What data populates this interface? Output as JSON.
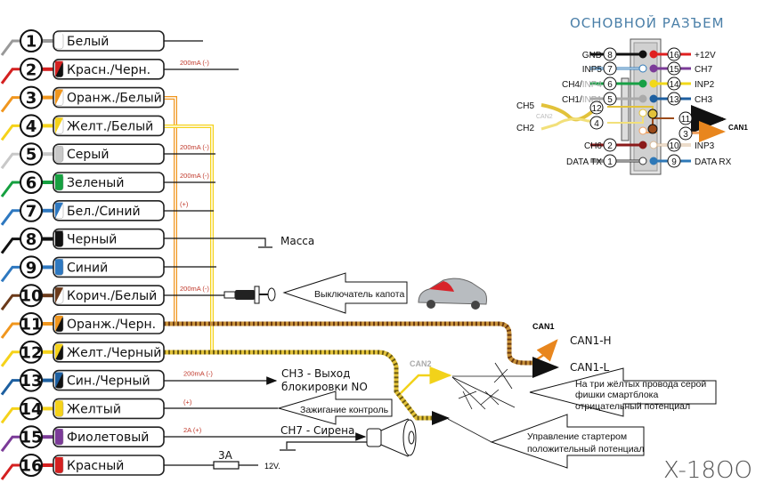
{
  "colors": {
    "title": "#4a7fa8",
    "annotation": "#c0392b",
    "twist_orange": "#c8923a",
    "twist_yellow": "#e2c23a"
  },
  "connector": {
    "title": "ОСНОВНОЙ РАЗЪЕМ",
    "left_pins": [
      {
        "num": "8",
        "label": "GND",
        "label2": "",
        "color": "#111111"
      },
      {
        "num": "7",
        "label": "INP5",
        "label2": "",
        "color": "#2e78b7",
        "hollow": true
      },
      {
        "num": "6",
        "label": "CH4/",
        "label2": "INP4",
        "color": "#17a045"
      },
      {
        "num": "5",
        "label": "CH1/",
        "label2": "INP1",
        "color": "#aaaaaa"
      },
      {
        "num": "2",
        "label": "CH6",
        "label2": "",
        "color": "#8b1a1a"
      },
      {
        "num": "1",
        "label": "DATA TX",
        "label2": "",
        "color": "#ffffff",
        "hollow": true
      }
    ],
    "right_pins": [
      {
        "num": "16",
        "label": "+12V",
        "color": "#e02020"
      },
      {
        "num": "15",
        "label": "CH7",
        "color": "#7b3b98"
      },
      {
        "num": "14",
        "label": "INP2",
        "color": "#f2d81a"
      },
      {
        "num": "13",
        "label": "CH3",
        "color": "#1d5fa0"
      },
      {
        "num": "10",
        "label": "INP3",
        "color": "#d8b894",
        "hollow": true
      },
      {
        "num": "9",
        "label": "DATA RX",
        "color": "#2e78b7"
      }
    ],
    "twisted_pins": [
      {
        "num": "12",
        "color": "#e2c23a"
      },
      {
        "num": "4",
        "color": "#f2e07a"
      },
      {
        "num": "11",
        "color": "#9b4a1a"
      },
      {
        "num": "3",
        "color": "#f0a060"
      }
    ],
    "ch5": "CH5",
    "ch2": "CH2",
    "can2": "CAN2",
    "can1": "CAN1"
  },
  "wires": [
    {
      "num": "1",
      "label": "Белый",
      "c1": "#ffffff",
      "c2": "#ffffff",
      "ann": ""
    },
    {
      "num": "2",
      "label": "Красн./Черн.",
      "c1": "#d42020",
      "c2": "#111111",
      "ann": "200mA (-)"
    },
    {
      "num": "3",
      "label": "Оранж./Белый",
      "c1": "#f0961e",
      "c2": "#ffffff",
      "ann": ""
    },
    {
      "num": "4",
      "label": "Желт./Белый",
      "c1": "#f5d21a",
      "c2": "#ffffff",
      "ann": ""
    },
    {
      "num": "5",
      "label": "Серый",
      "c1": "#c8c8c8",
      "c2": "#c8c8c8",
      "ann": "200mA (-)"
    },
    {
      "num": "6",
      "label": "Зеленый",
      "c1": "#16a040",
      "c2": "#16a040",
      "ann": "200mA (-)"
    },
    {
      "num": "7",
      "label": "Бел./Синий",
      "c1": "#2e78c0",
      "c2": "#ffffff",
      "ann": "(+)"
    },
    {
      "num": "8",
      "label": "Черный",
      "c1": "#111111",
      "c2": "#111111",
      "ann": ""
    },
    {
      "num": "9",
      "label": "Синий",
      "c1": "#2e78c0",
      "c2": "#2e78c0",
      "ann": ""
    },
    {
      "num": "10",
      "label": "Корич./Белый",
      "c1": "#6b3a1a",
      "c2": "#ffffff",
      "ann": "200mA (-)"
    },
    {
      "num": "11",
      "label": "Оранж./Черн.",
      "c1": "#f0961e",
      "c2": "#111111",
      "ann": ""
    },
    {
      "num": "12",
      "label": "Желт./Черный",
      "c1": "#f5d21a",
      "c2": "#111111",
      "ann": ""
    },
    {
      "num": "13",
      "label": "Син./Черный",
      "c1": "#1d5fa0",
      "c2": "#111111",
      "ann": "200mA (-)"
    },
    {
      "num": "14",
      "label": "Желтый",
      "c1": "#f5d21a",
      "c2": "#f5d21a",
      "ann": "(+)"
    },
    {
      "num": "15",
      "label": "Фиолетовый",
      "c1": "#7b3b98",
      "c2": "#7b3b98",
      "ann": "2A (+)"
    },
    {
      "num": "16",
      "label": "Красный",
      "c1": "#d42020",
      "c2": "#d42020",
      "ann": ""
    }
  ],
  "labels": {
    "ground": "Масса",
    "hood_switch": "Выключатель  капота",
    "can1": "CAN1",
    "can1_h": "CAN1-H",
    "can1_l": "CAN1-L",
    "can2": "CAN2",
    "yellow_note": [
      "На три жёлтых провода серой",
      "фишки смартблока",
      "отрицательный потенциал"
    ],
    "starter_note": [
      "Управление стартером",
      "положительный  потенциал"
    ],
    "ch3_line1": "CH3 - Выход",
    "ch3_line2": "блокировки NO",
    "ignition": "Зажигание контроль",
    "siren": "CH7 - Сирена",
    "fuse": "3А",
    "supply": "12V.",
    "model": "X-18OO"
  }
}
